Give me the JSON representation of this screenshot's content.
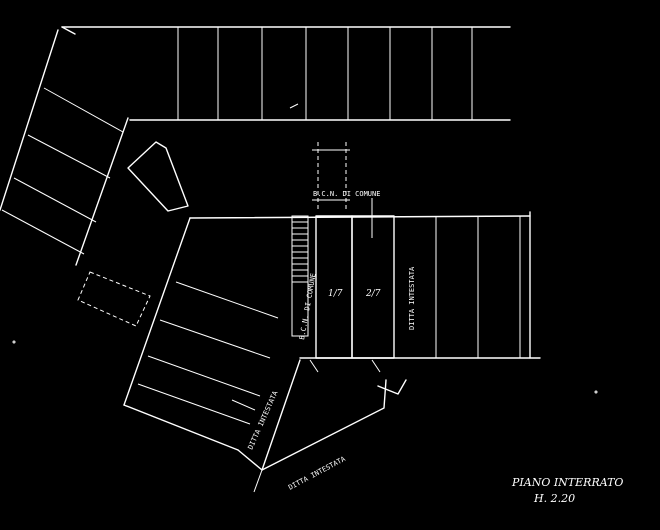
{
  "floor": {
    "title": "PIANO INTERRATO",
    "height": "H. 2.20"
  },
  "labels": {
    "common_area_top": "B.C.N. DI COMUNE",
    "common_area_stair": "B.C.N. DI COMUNE",
    "unit_left": "1/7",
    "unit_right": "2/7",
    "other_owner_right": "DITTA INTESTATA",
    "other_owner_lower": "DITTA INTESTATA",
    "other_owner_bottom": "DITTA INTESTATA"
  },
  "colors": {
    "background": "#000000",
    "lines": "#ffffff"
  }
}
